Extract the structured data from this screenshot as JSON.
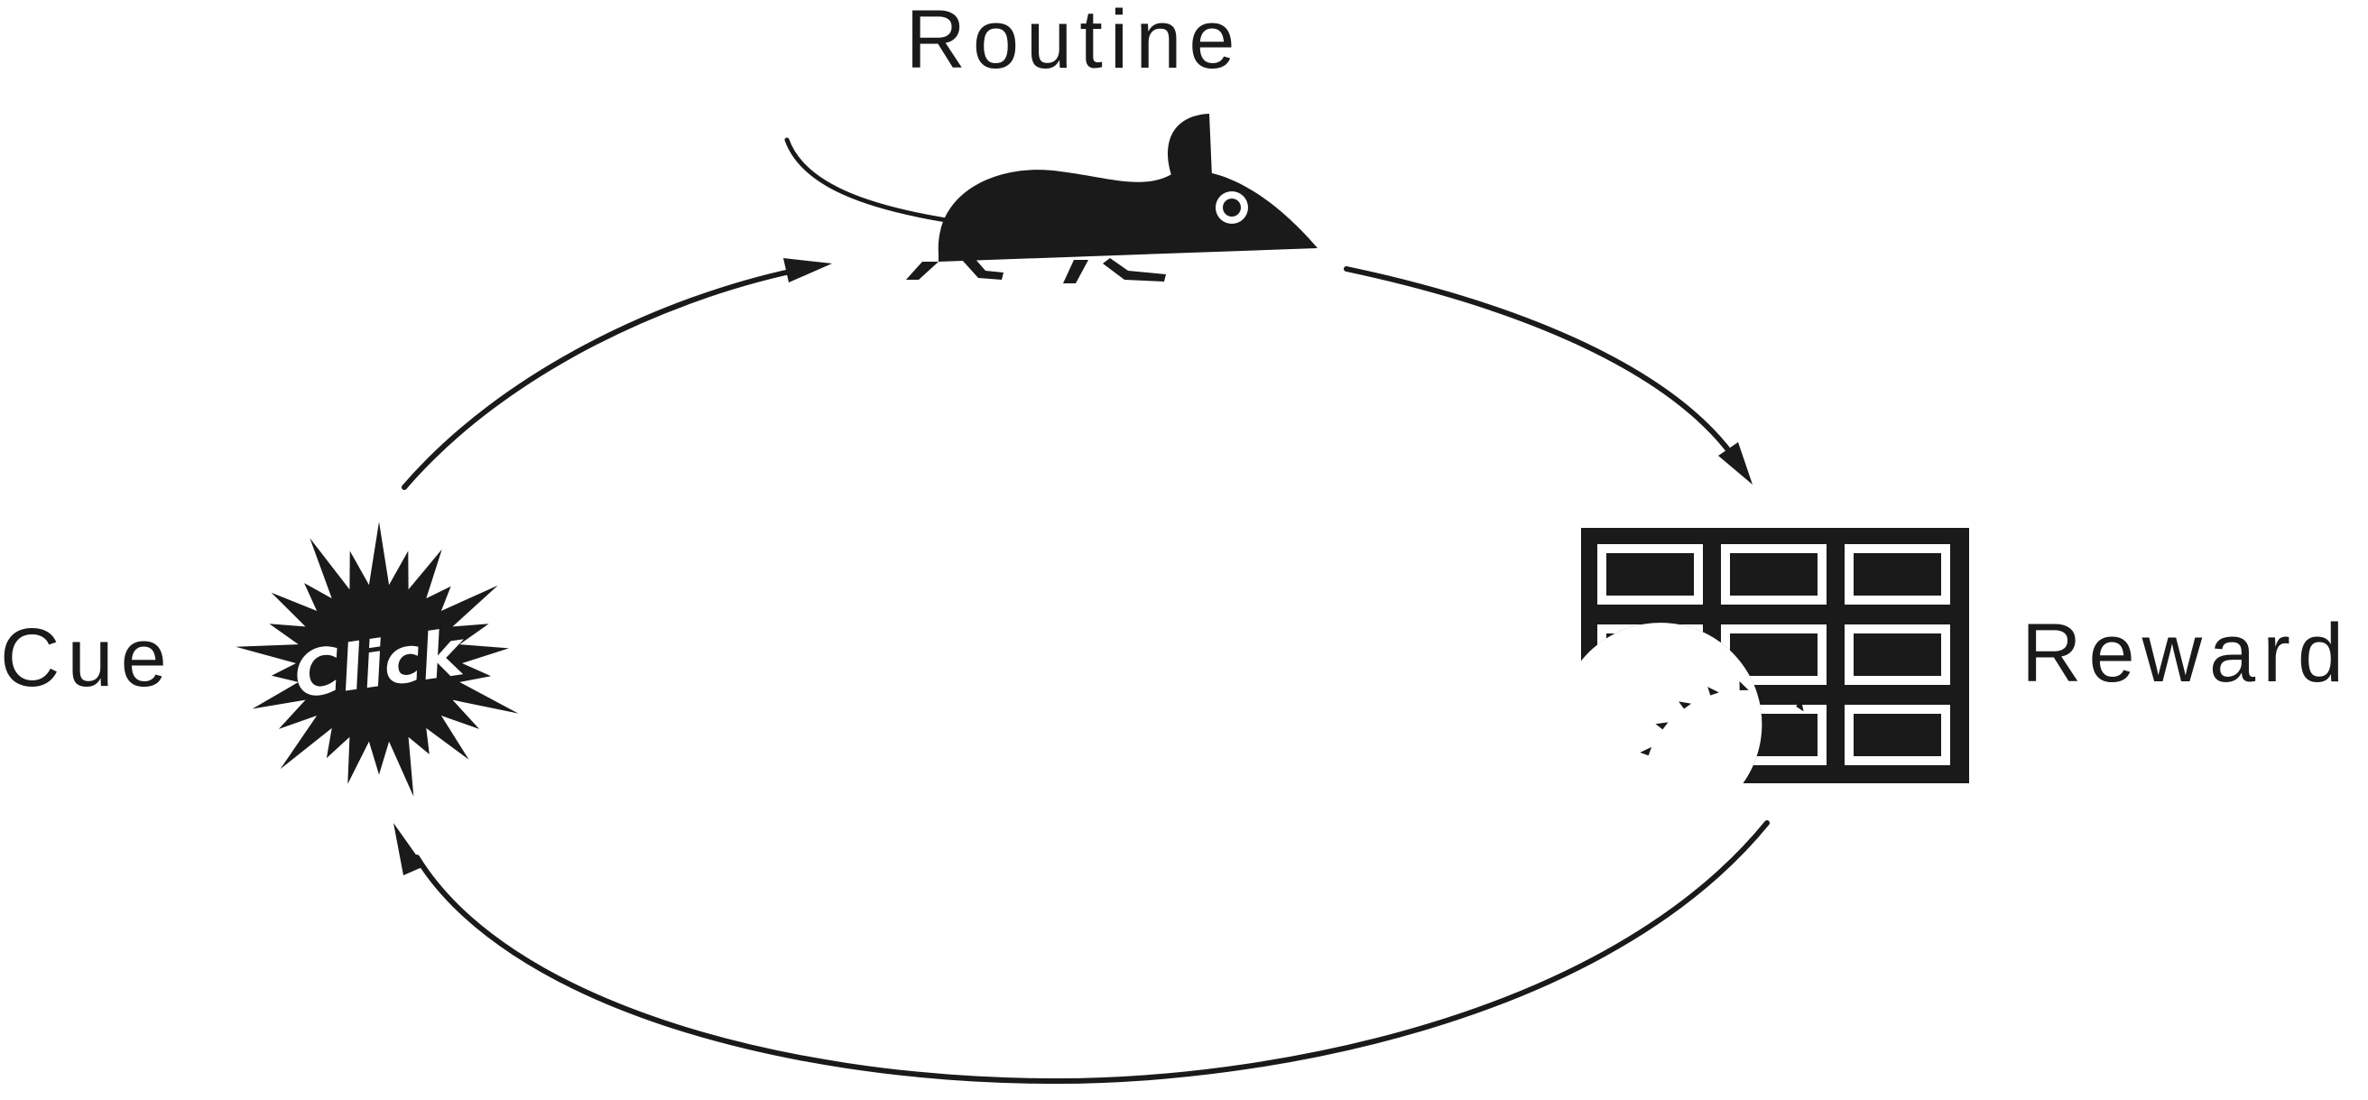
{
  "diagram": {
    "nodes": {
      "routine": {
        "label": "Routine",
        "icon": "mouse-icon"
      },
      "reward": {
        "label": "Reward",
        "icon": "chocolate-bar-icon"
      },
      "cue": {
        "label": "Cue",
        "icon": "starburst-icon",
        "icon_text": "Click"
      }
    },
    "edges": [
      {
        "from": "cue",
        "to": "routine"
      },
      {
        "from": "routine",
        "to": "reward"
      },
      {
        "from": "reward",
        "to": "cue"
      }
    ],
    "colors": {
      "ink": "#1a1a1a",
      "background": "#ffffff"
    }
  }
}
